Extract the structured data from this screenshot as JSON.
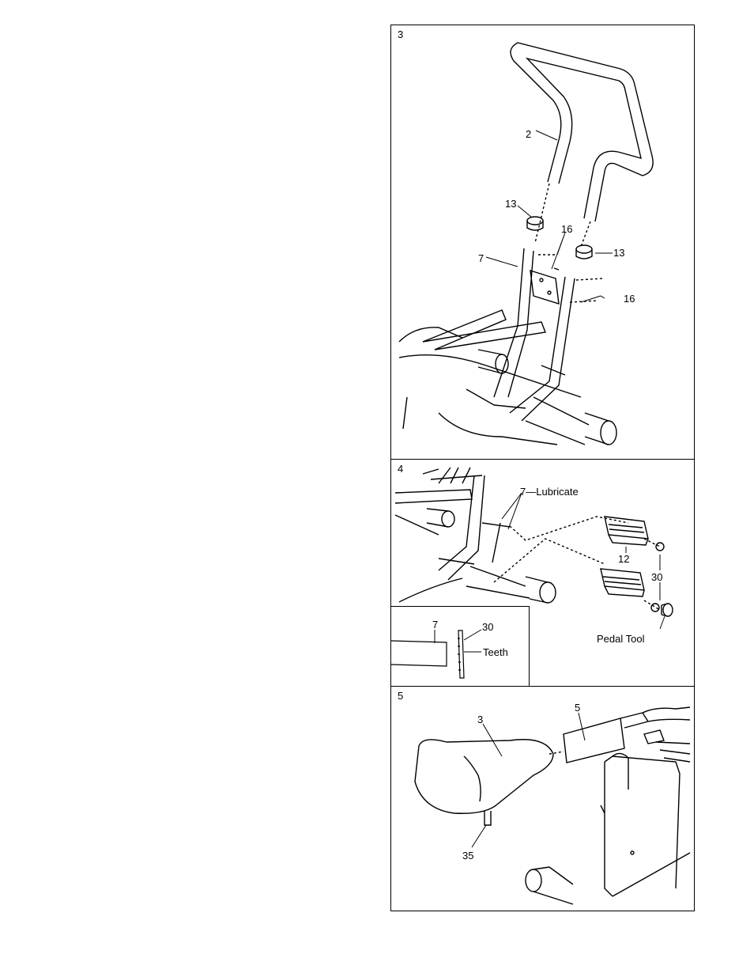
{
  "steps": [
    {
      "number": "3",
      "callouts": {
        "handlebar": "2",
        "bushing_left": "13",
        "bushing_right": "13",
        "screws_top": "16",
        "screws_right": "16",
        "frame": "7"
      }
    },
    {
      "number": "4",
      "callouts": {
        "frame_lubricate": "7—Lubricate",
        "pedals": "12",
        "washer": "30",
        "tool": "Pedal Tool"
      },
      "inset": {
        "frame": "7",
        "washer": "30",
        "teeth": "Teeth"
      }
    },
    {
      "number": "5",
      "callouts": {
        "seat": "3",
        "seat_post": "5",
        "knob": "35"
      }
    }
  ]
}
